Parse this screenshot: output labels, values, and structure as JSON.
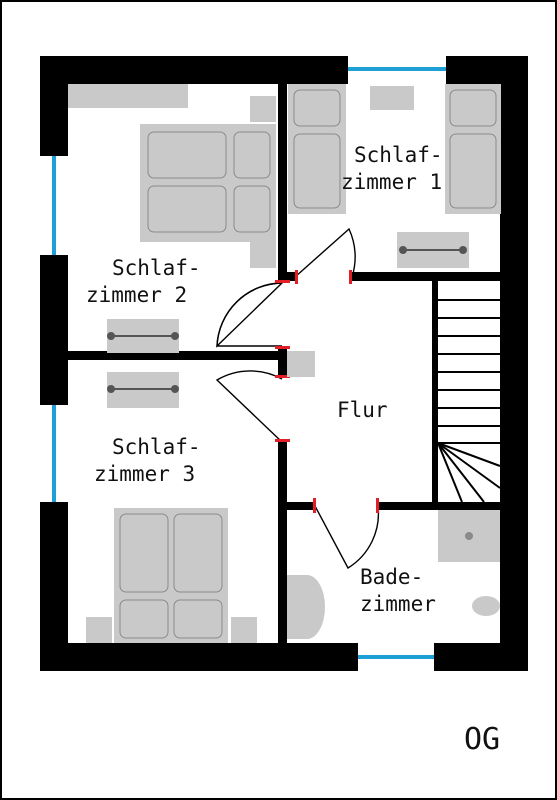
{
  "plan": {
    "floor_label": "OG",
    "rooms": {
      "bedroom1": {
        "line1": "Schlaf-",
        "line2": "zimmer 1"
      },
      "bedroom2": {
        "line1": "Schlaf-",
        "line2": "zimmer 2"
      },
      "bedroom3": {
        "line1": "Schlaf-",
        "line2": "zimmer 3"
      },
      "hallway": {
        "line1": "Flur"
      },
      "bathroom": {
        "line1": "Bade-",
        "line2": "zimmer"
      }
    }
  },
  "colors": {
    "wall": "#000000",
    "window": "#1e9fd6",
    "door_jamb": "#e21f26",
    "furniture": "#c9c9c9",
    "furniture_edge": "#9a9a9a",
    "background": "#ffffff"
  }
}
